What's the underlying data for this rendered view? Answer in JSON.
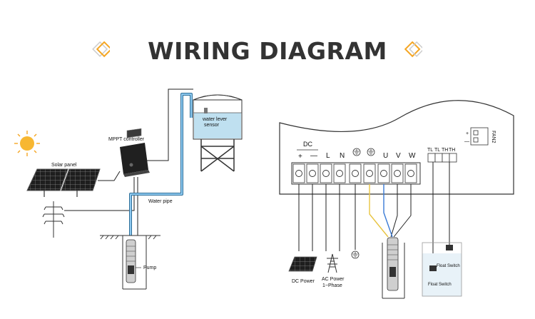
{
  "title": "WIRING DIAGRAM",
  "colors": {
    "title": "#333333",
    "accent": "#f5a623",
    "water": "#5ba3d0",
    "yellow_wire": "#e8c440",
    "blue_wire": "#3a7bd5"
  },
  "icons": [
    "diamond-icon",
    "sun-icon",
    "solar-panel-icon",
    "power-tower-icon",
    "tank-icon",
    "pump-icon",
    "ground-icon",
    "float-switch-icon"
  ],
  "left_system": {
    "controller_label": "MPPT controller",
    "solar_label": "Solar panel",
    "tank_label_line1": "water lever",
    "tank_label_line2": "sensor",
    "pipe_label": "Water pipe",
    "pump_label": "Pump"
  },
  "terminal_board": {
    "dc_label": "DC",
    "plus": "+",
    "minus": "—",
    "l": "L",
    "n": "N",
    "u": "U",
    "v": "V",
    "w": "W",
    "tl1": "TL",
    "tl2": "TL",
    "th1": "TH",
    "th2": "TH",
    "fan_label": "FAN2",
    "fan_plus": "+",
    "fan_minus": "—"
  },
  "bottom_labels": {
    "dc_power": "DC Power",
    "ac_power_line1": "AC Power",
    "ac_power_line2": "1~Phase",
    "float_switch_upper": "Float Switch",
    "float_switch_lower": "Float Switch"
  }
}
